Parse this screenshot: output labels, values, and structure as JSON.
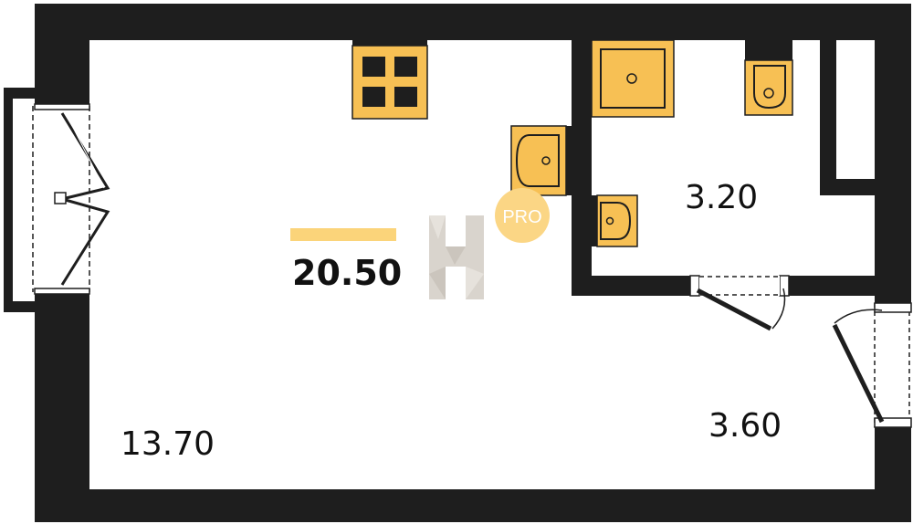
{
  "plan": {
    "total_area": "20.50",
    "rooms": {
      "main_room": "13.70",
      "bathroom": "3.20",
      "hallway": "3.60"
    },
    "badge": {
      "text": "PRO"
    },
    "logo": {
      "letter": "H"
    }
  },
  "colors": {
    "wall": "#1e1e1e",
    "fixture": "#f7c054",
    "badge": "#fbd685",
    "accent_bar": "#fbd47a",
    "logo": "#d9d4cd",
    "background": "#ffffff"
  },
  "icons": {
    "stove": "stove-icon",
    "sink": "sink-icon",
    "shower": "shower-icon",
    "toilet": "toilet-icon",
    "door": "door-icon",
    "window": "window-icon"
  }
}
